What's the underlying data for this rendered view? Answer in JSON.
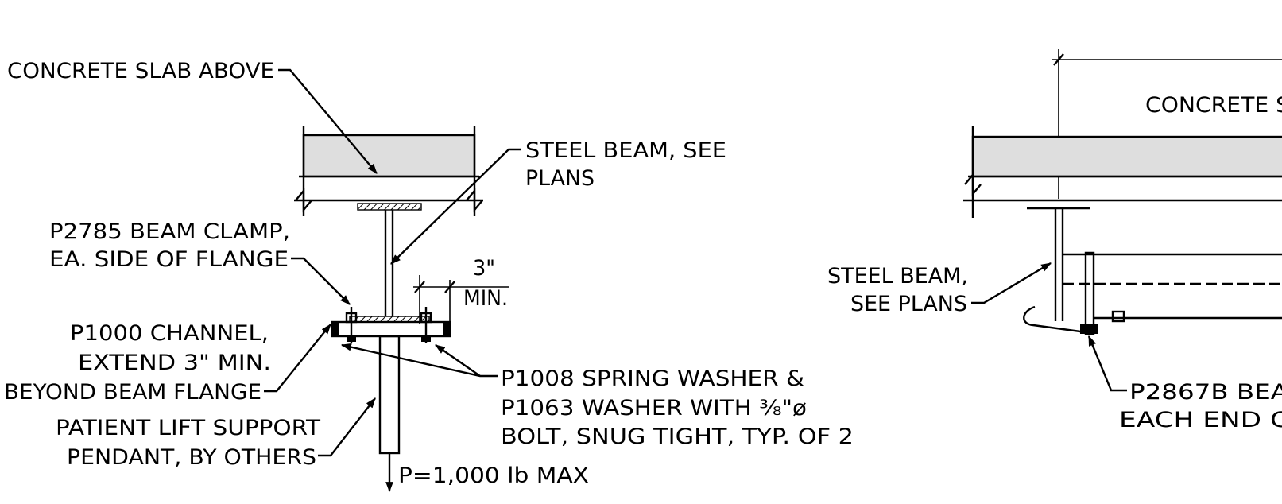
{
  "colors": {
    "linework": "#000000",
    "slab_fill": "#dedede",
    "background": "#ffffff"
  },
  "left_detail": {
    "labels": {
      "concrete_slab": "CONCRETE SLAB ABOVE",
      "steel_beam_1": "STEEL BEAM, SEE",
      "steel_beam_2": "PLANS",
      "beam_clamp_1": "P2785 BEAM CLAMP,",
      "beam_clamp_2": "EA. SIDE OF FLANGE",
      "dim_value": "3\"",
      "dim_note": "MIN.",
      "channel_1": "P1000 CHANNEL,",
      "channel_2": "EXTEND 3\" MIN.",
      "channel_3": "BEYOND BEAM FLANGE",
      "washer_1": "P1008 SPRING WASHER &",
      "washer_2": "P1063 WASHER WITH ⅜\"ø",
      "washer_3": "BOLT, SNUG TIGHT, TYP. OF 2",
      "pendant_1": "PATIENT LIFT SUPPORT",
      "pendant_2": "PENDANT, BY OTHERS",
      "load": "P=1,000 lb MAX"
    }
  },
  "right_detail": {
    "labels": {
      "concrete_slab": "CONCRETE S",
      "steel_beam_1": "STEEL BEAM,",
      "steel_beam_2": "SEE PLANS",
      "beam_clamp_1": "P2867B BEA",
      "beam_clamp_2": "EACH END C"
    }
  }
}
